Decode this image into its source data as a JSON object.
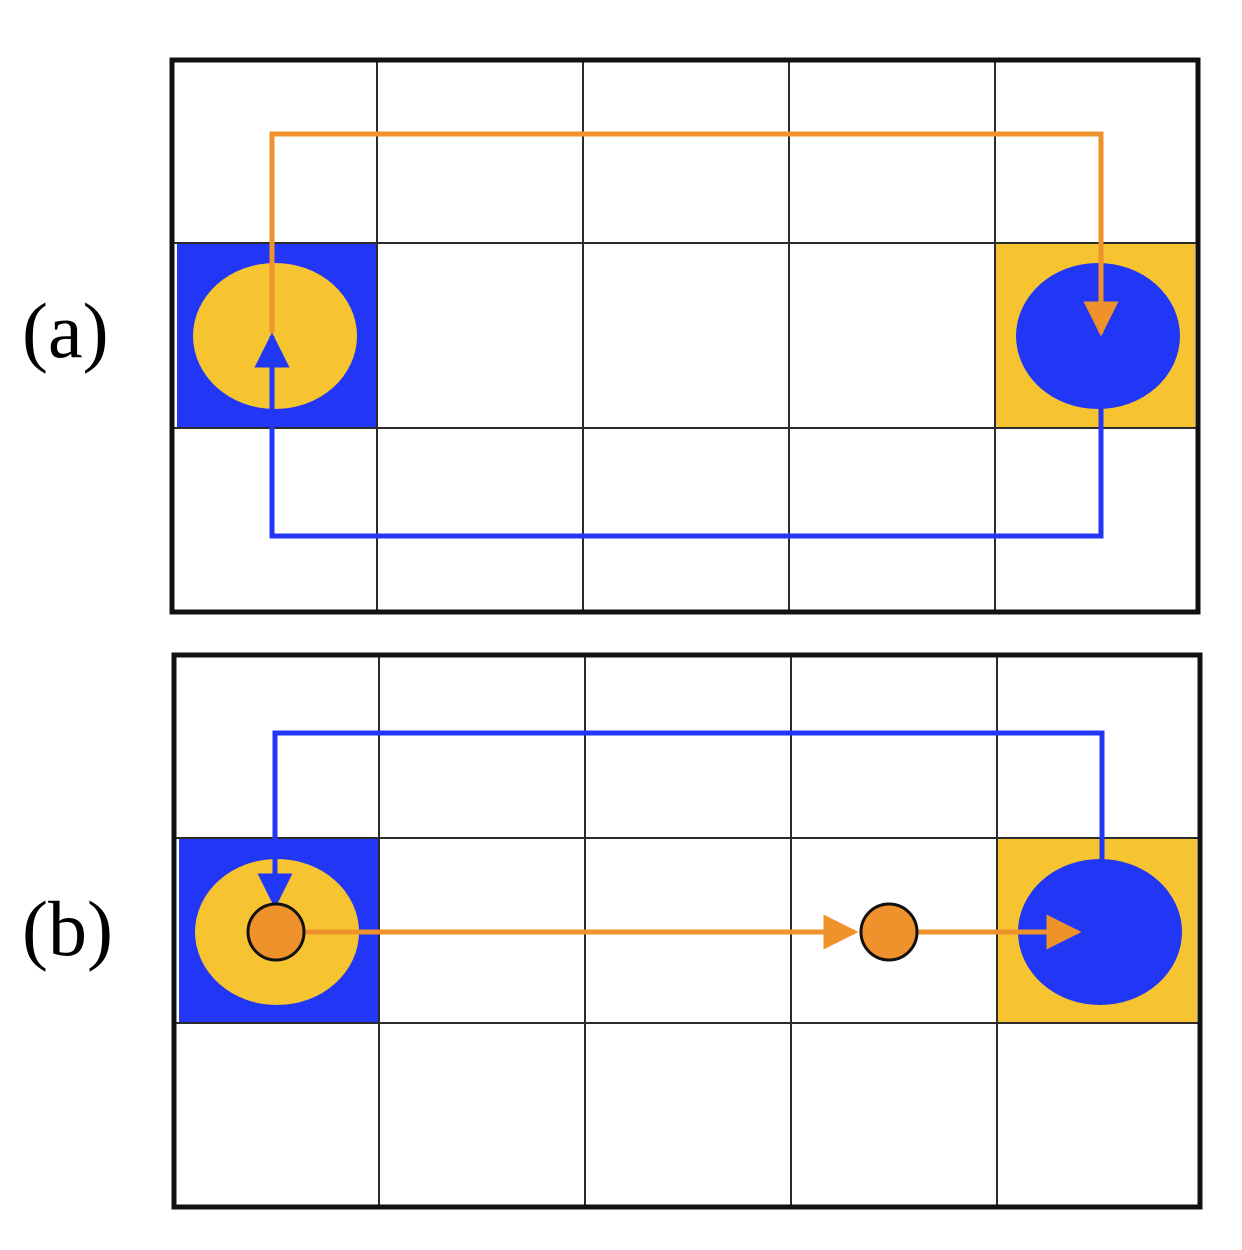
{
  "panels": [
    {
      "id": "a",
      "label": "(a)"
    },
    {
      "id": "b",
      "label": "(b)"
    }
  ],
  "colors": {
    "background": "#ffffff",
    "grid_line": "#2b2b2b",
    "border": "#111111",
    "blue": "#2137f5",
    "yellow": "#f6c431",
    "orange": "#f0922b"
  },
  "grid": {
    "columns": 5,
    "rows": 3
  }
}
